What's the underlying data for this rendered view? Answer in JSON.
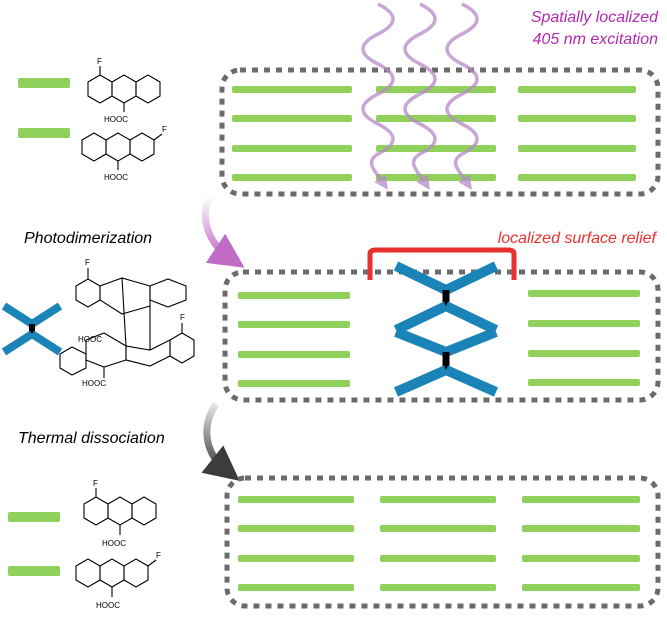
{
  "labels": {
    "excitation_line1": "Spatially localized",
    "excitation_line2": "405 nm excitation",
    "photodimerization": "Photodimerization",
    "surface_relief": "localized surface relief",
    "thermal_dissociation": "Thermal dissociation"
  },
  "molecule_text": {
    "fluorine": "F",
    "carboxyl": "HOOC"
  },
  "colors": {
    "monomer_bar": "#8fd15a",
    "dimer": "#1a84b8",
    "dimer_bond": "#000000",
    "excitation": "#b58ac8",
    "excitation_text": "#b02ab0",
    "relief": "#e8312f",
    "box_border": "#6b6b6b",
    "arrow_top": "#c06cc6",
    "arrow_bottom": "#4a4a4a"
  },
  "icons": {
    "excitation": "wavy-arrow-icon",
    "monomer": "bar-icon",
    "dimer": "x-shape-icon"
  }
}
